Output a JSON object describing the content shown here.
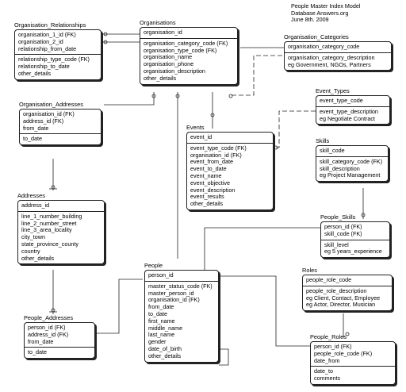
{
  "header": {
    "title": "People Master Index  Model",
    "site": "Database Answers.org",
    "date": "June 8th. 2009"
  },
  "entities": {
    "organisation_relationships": {
      "title": "Organisation_Relationships",
      "pk": [
        "organisation_1_id (FK)",
        "organisation_2_id",
        "relationship_from_date"
      ],
      "fields": [
        "relationship_type_code (FK)",
        "relationship_to_date",
        "other_details"
      ]
    },
    "organisations": {
      "title": "Organisations",
      "pk": [
        "organisation_id"
      ],
      "fields": [
        "organisation_category_code (FK)",
        "organisation_type_code (FK)",
        "organisation_name",
        "organisation_phone",
        "organisation_description",
        "other_details"
      ]
    },
    "organisation_categories": {
      "title": "Organisation_Categories",
      "pk": [
        "organisation_category_code"
      ],
      "fields": [
        "organisation_category_description",
        "eg Government, NGOs, Partners"
      ]
    },
    "organisation_addresses": {
      "title": "Organisation_Addresses",
      "pk": [
        "organisation_id (FK)",
        "address_id (FK)",
        "from_date"
      ],
      "fields": [
        "to_date"
      ]
    },
    "event_types": {
      "title": "Event_Types",
      "pk": [
        "event_type_code"
      ],
      "fields": [
        "event_type_description",
        "eg Negotiate Contract"
      ]
    },
    "events": {
      "title": "Events",
      "pk": [
        "event_id"
      ],
      "fields": [
        "event_type_code (FK)",
        "organisation_id (FK)",
        "event_from_date",
        "event_to_date",
        "event_name",
        "event_objective",
        "event_description",
        "event_results",
        "other_details"
      ]
    },
    "skills": {
      "title": "Skills",
      "pk": [
        "skill_code"
      ],
      "fields": [
        "skill_category_code (FK)",
        "skill_description",
        "eg Project Management"
      ]
    },
    "addresses": {
      "title": "Addresses",
      "pk": [
        "address_id"
      ],
      "fields": [
        "line_1_number_building",
        "line_2_number_street",
        "line_3_area_locality",
        "city_town",
        "state_province_county",
        "country",
        "other_details"
      ]
    },
    "people_skills": {
      "title": "People_Skills",
      "pk": [
        "person_id (FK)",
        "skill_code (FK)"
      ],
      "fields": [
        "skill_level",
        "eg 5 years_experience"
      ]
    },
    "roles": {
      "title": "Roles",
      "pk": [
        "people_role_code"
      ],
      "fields": [
        "people_role_description",
        "eg Client, Contact, Employee",
        "eg Actor, Director, Musician"
      ]
    },
    "people": {
      "title": "People",
      "pk": [
        "person_id"
      ],
      "fields": [
        "master_status_code (FK)",
        "master_person_id",
        "organisation_id (FK)",
        "from_date",
        "to_date",
        "first_name",
        "middle_name",
        "last_name",
        "gender",
        "date_of_birth",
        "other_details"
      ]
    },
    "people_addresses": {
      "title": "People_Addresses",
      "pk": [
        "person_id (FK)",
        "address_id (FK)",
        "from_date"
      ],
      "fields": [
        "to_date"
      ]
    },
    "people_roles": {
      "title": "People_Roles",
      "pk": [
        "person_id (FK)",
        "people_role_code (FK)",
        "date_from"
      ],
      "fields": [
        "date_to",
        "comments"
      ]
    }
  }
}
